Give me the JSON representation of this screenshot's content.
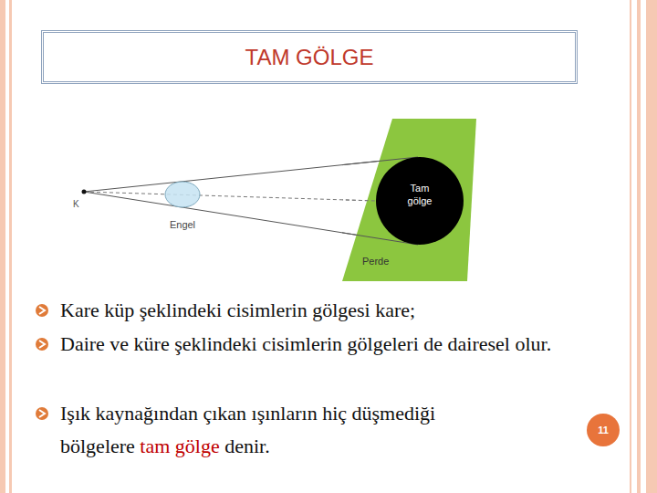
{
  "diagram": {
    "title": "TAM GÖLGE",
    "nodes": [
      {
        "text": [
          "Engel"
        ]
      },
      {
        "text": [
          "Perde"
        ]
      },
      {
        "text": [
          "Tam gölge"
        ],
        "in": 1
      }
    ],
    "labels": [
      "K",
      "Kare küp şeklindeki cisimlerin gölgesi kare;",
      "Daire ve küre şeklindeki cisimlerin gölgeleri de dairesel olur.",
      "Işık kaynağından çıkan ışınların hiç düşmediği bölgelere",
      "tam gölge",
      "denir.",
      "11"
    ]
  }
}
